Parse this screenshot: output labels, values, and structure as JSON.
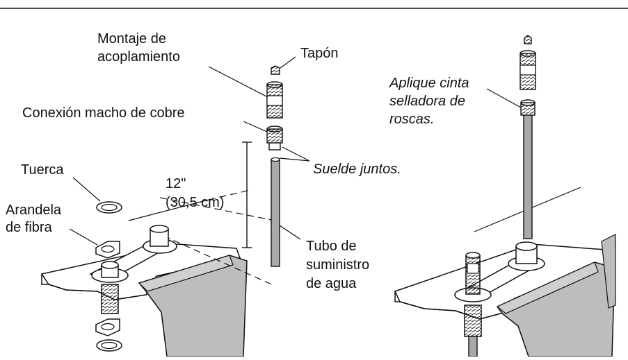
{
  "labels": {
    "coupling_line1": "Montaje de",
    "coupling_line2": "acoplamiento",
    "cap": "Tapón",
    "male_adapter": "Conexión macho de cobre",
    "nut": "Tuerca",
    "length_in": "12\"",
    "length_cm": "(30,5 cm)",
    "washer_line1": "Arandela",
    "washer_line2": "de fibra",
    "solder": "Suelde juntos.",
    "tape_line1": "Aplique cinta",
    "tape_line2": "selladora de",
    "tape_line3": "roscas.",
    "tube_line1": "Tubo de",
    "tube_line2": "suministro",
    "tube_line3": "de agua"
  },
  "colors": {
    "ink": "#111111",
    "shade": "#bdbdbd",
    "metal": "#a9a9a9",
    "paper": "#ffffff"
  },
  "icons": [
    "cap-icon",
    "coupling-icon",
    "male-adapter-icon",
    "supply-tube-icon",
    "nut-icon",
    "fiber-washer-icon",
    "faucet-shank-icon",
    "countertop-icon"
  ]
}
